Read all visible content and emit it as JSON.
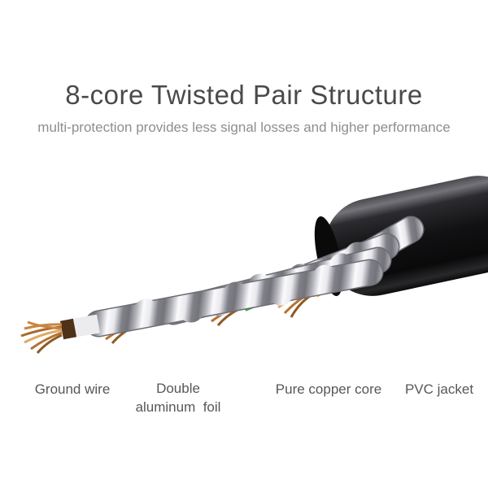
{
  "header": {
    "title": "8-core Twisted Pair Structure",
    "subtitle": "multi-protection provides less signal losses and higher performance"
  },
  "labels": {
    "ground_wire": "Ground wire",
    "double_aluminum_foil_line1": "Double",
    "double_aluminum_foil_line2": "aluminum  foil",
    "pure_copper_core": "Pure copper core",
    "pvc_jacket": "PVC jacket"
  },
  "illustration": {
    "description": "flat black cable opened to show 4 twisted foil-wrapped pairs with colored wires and bare copper strands",
    "colors": {
      "jacket_black": "#111113",
      "foil_silver": "#d8d8dd",
      "insulation_white": "#ececee",
      "copper": "#bd7a3a",
      "wire_brown": "#4f3018",
      "wire_blue": "#1d96e6",
      "wire_green": "#3aa339",
      "wire_orange": "#f49c2d"
    }
  }
}
